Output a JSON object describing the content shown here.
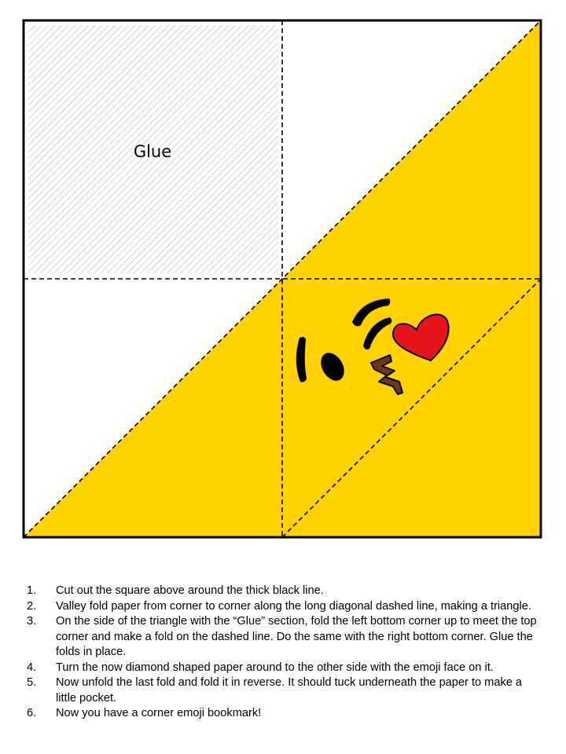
{
  "glue_label": "Glue",
  "colors": {
    "yellow": "#FFD200",
    "heart": "#E8141C",
    "glue_hatch": "#C9C9C9",
    "outline": "#000000"
  },
  "emoji": {
    "name": "face-blowing-a-kiss",
    "icons": [
      "eyebrow-icon",
      "winking-eye-icon",
      "kissing-lips-icon",
      "heart-icon"
    ]
  },
  "instructions": [
    {
      "num": "1.",
      "text": "Cut out the square above around the thick black line."
    },
    {
      "num": "2.",
      "text": "Valley fold paper from corner to corner along the long diagonal dashed line, making a triangle."
    },
    {
      "num": "3.",
      "text": "On the side of the triangle with the “Glue” section, fold the left bottom corner up to meet the top corner and make a fold on the dashed line. Do the same with the right bottom corner. Glue the folds in place."
    },
    {
      "num": "4.",
      "text": "Turn the now diamond shaped paper around to the other side with the emoji face on it."
    },
    {
      "num": "5.",
      "text": "Now unfold the last fold and fold it in reverse. It should tuck underneath the paper to make a little pocket."
    },
    {
      "num": "6.",
      "text": "Now you have a corner emoji bookmark!"
    }
  ]
}
